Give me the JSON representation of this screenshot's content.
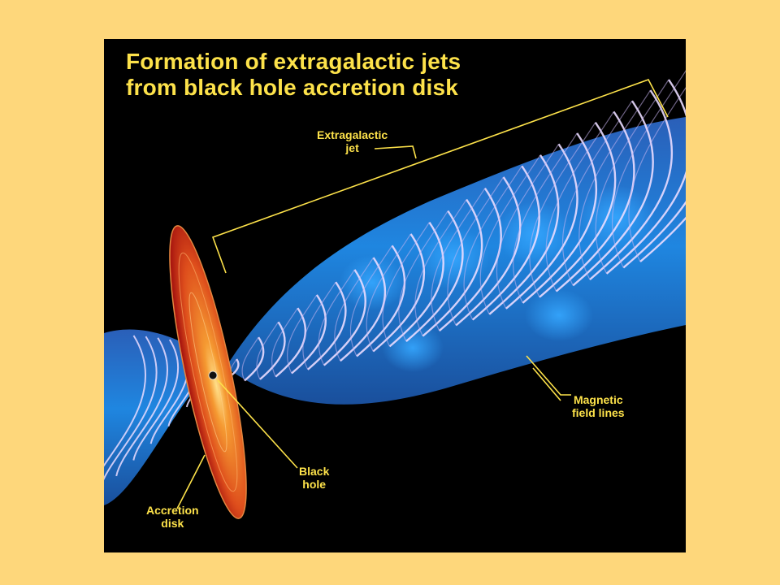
{
  "title": {
    "line1": "Formation of extragalactic jets",
    "line2": "from black hole accretion disk"
  },
  "labels": {
    "jet_line1": "Extragalactic",
    "jet_line2": "jet",
    "magnetic_line1": "Magnetic",
    "magnetic_line2": "field lines",
    "black_hole_line1": "Black",
    "black_hole_line2": "hole",
    "accretion_line1": "Accretion",
    "accretion_line2": "disk"
  },
  "colors": {
    "page_background": "#fed77b",
    "panel_background": "#000000",
    "label_yellow": "#fde24a",
    "jet_blue": "#1f78d6",
    "field_line": "#e6d2ff",
    "disk_orange": "#f07a22",
    "disk_red": "#c01e1a"
  }
}
